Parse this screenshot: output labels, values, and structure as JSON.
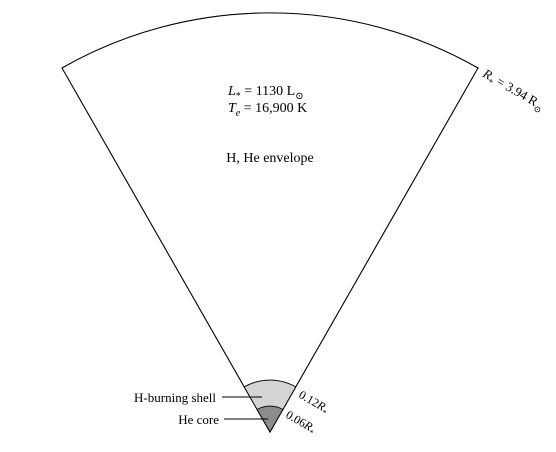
{
  "diagram": {
    "stellar_radius": {
      "prefix": "R",
      "sub": "*",
      "eq": " = 3.94 R",
      "sun": "⊙"
    },
    "luminosity": {
      "prefix": "L",
      "sub": "*",
      "eq": " = 1130 L",
      "sun": "⊙"
    },
    "temperature": {
      "prefix": "T",
      "sub": "e",
      "eq": " = 16,900 K"
    },
    "envelope_label": "H, He envelope",
    "shell_label": "H-burning shell",
    "core_label": "He core",
    "shell_radius": {
      "value": "0.12",
      "prefix": "R",
      "sub": "*"
    },
    "core_radius": {
      "value": "0.06",
      "prefix": "R",
      "sub": "*"
    },
    "colors": {
      "shell_fill": "#d4d4d4",
      "core_fill": "#8c8c8c",
      "outline": "#000000"
    }
  }
}
